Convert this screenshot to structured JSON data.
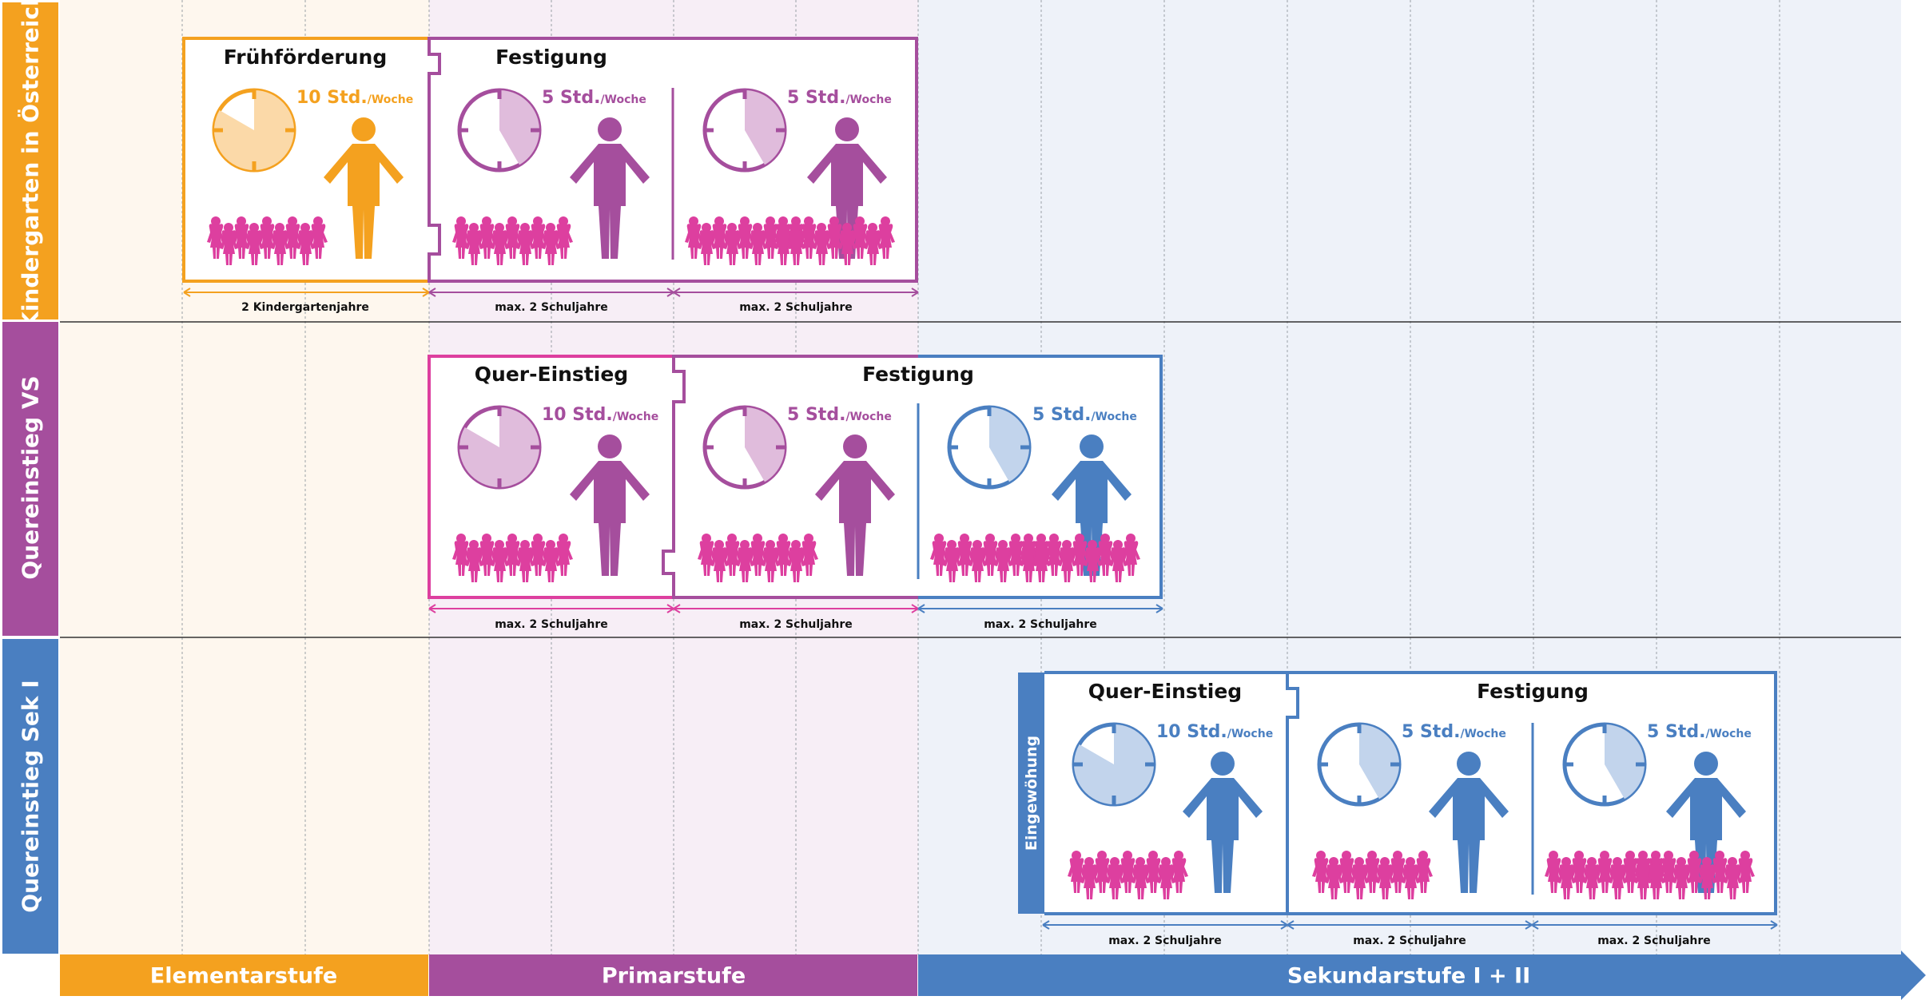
{
  "rows": [
    {
      "label": "Kindergarten in Österreich",
      "color": "#f4a11f"
    },
    {
      "label": "Quereinstieg VS",
      "color": "#a54e9d"
    },
    {
      "label": "Quereinstieg Sek I",
      "color": "#4a7fc1"
    }
  ],
  "stages": [
    {
      "label": "Elementarstufe",
      "color": "#f4a11f"
    },
    {
      "label": "Primarstufe",
      "color": "#a54e9d"
    },
    {
      "label": "Sekundarstufe I + II",
      "color": "#4a7fc1"
    }
  ],
  "colors": {
    "orange": "#f4a11f",
    "orange_light": "#fbd9a8",
    "purple": "#a54e9d",
    "purple_light": "#e0bcdc",
    "blue": "#4a7fc1",
    "blue_light": "#c2d4ec",
    "pink": "#dd3f9f",
    "bg_elementar": "#fef7ee",
    "bg_primar": "#f7eef6",
    "bg_sek": "#eef2f9"
  },
  "boxes": {
    "kg_fruh": {
      "title": "Frühförderung",
      "hours": "10 Std.",
      "unit": "/Woche",
      "span": "2 Kindergartenjahre"
    },
    "kg_fest": {
      "title": "Festigung",
      "hours1": "5 Std.",
      "hours2": "5 Std.",
      "unit": "/Woche",
      "span1": "max. 2 Schuljahre",
      "span2": "max. 2 Schuljahre"
    },
    "vs_quer": {
      "title": "Quer-Einstieg",
      "hours": "10 Std.",
      "unit": "/Woche",
      "span": "max. 2 Schuljahre"
    },
    "vs_fest": {
      "title": "Festigung",
      "hours1": "5 Std.",
      "hours2": "5 Std.",
      "unit": "/Woche",
      "span1": "max. 2 Schuljahre",
      "span2": "max. 2 Schuljahre"
    },
    "sek_ein": {
      "label": "Eingewöhung"
    },
    "sek_quer": {
      "title": "Quer-Einstieg",
      "hours": "10 Std.",
      "unit": "/Woche",
      "span": "max. 2 Schuljahre"
    },
    "sek_fest": {
      "title": "Festigung",
      "hours1": "5 Std.",
      "hours2": "5 Std.",
      "unit": "/Woche",
      "span1": "max. 2 Schuljahre",
      "span2": "max. 2 Schuljahre"
    }
  }
}
